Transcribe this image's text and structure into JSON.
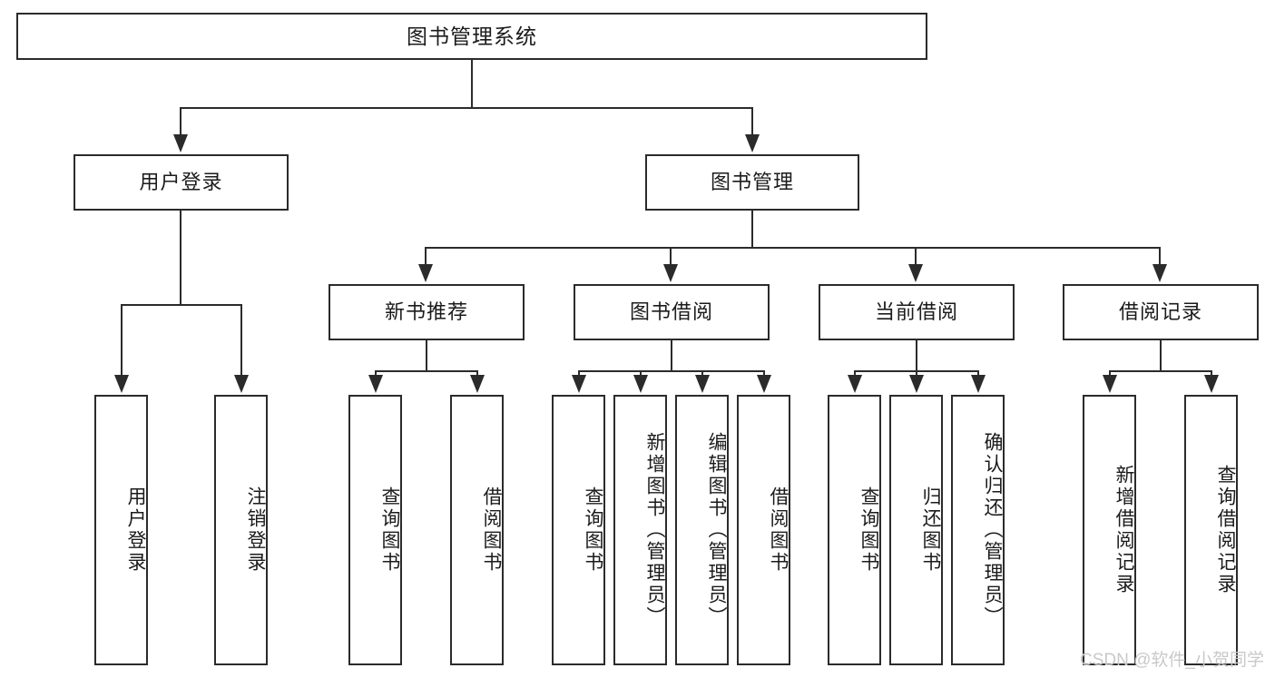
{
  "diagram": {
    "title": "图书管理系统",
    "type": "hierarchy-tree",
    "root": {
      "label": "图书管理系统"
    },
    "level2": [
      {
        "label": "用户登录"
      },
      {
        "label": "图书管理"
      }
    ],
    "level3": [
      {
        "label": "新书推荐"
      },
      {
        "label": "图书借阅"
      },
      {
        "label": "当前借阅"
      },
      {
        "label": "借阅记录"
      }
    ],
    "leaves": {
      "user_login": [
        {
          "label": "用户登录"
        },
        {
          "label": "注销登录"
        }
      ],
      "new_book_recommend": [
        {
          "label": "查询图书"
        },
        {
          "label": "借阅图书"
        }
      ],
      "book_borrow": [
        {
          "label": "查询图书"
        },
        {
          "label": "新增图书（管理员）"
        },
        {
          "label": "编辑图书（管理员）"
        },
        {
          "label": "借阅图书"
        }
      ],
      "current_borrow": [
        {
          "label": "查询图书"
        },
        {
          "label": "归还图书"
        },
        {
          "label": "确认归还（管理员）"
        }
      ],
      "borrow_record": [
        {
          "label": "新增借阅记录"
        },
        {
          "label": "查询借阅记录"
        }
      ]
    }
  },
  "watermark": {
    "text": "CSDN @软件_小贺同学"
  },
  "colors": {
    "stroke": "#2b2b2b",
    "background": "#ffffff",
    "text": "#1b1b1b",
    "watermark": "#c9c9c9"
  }
}
